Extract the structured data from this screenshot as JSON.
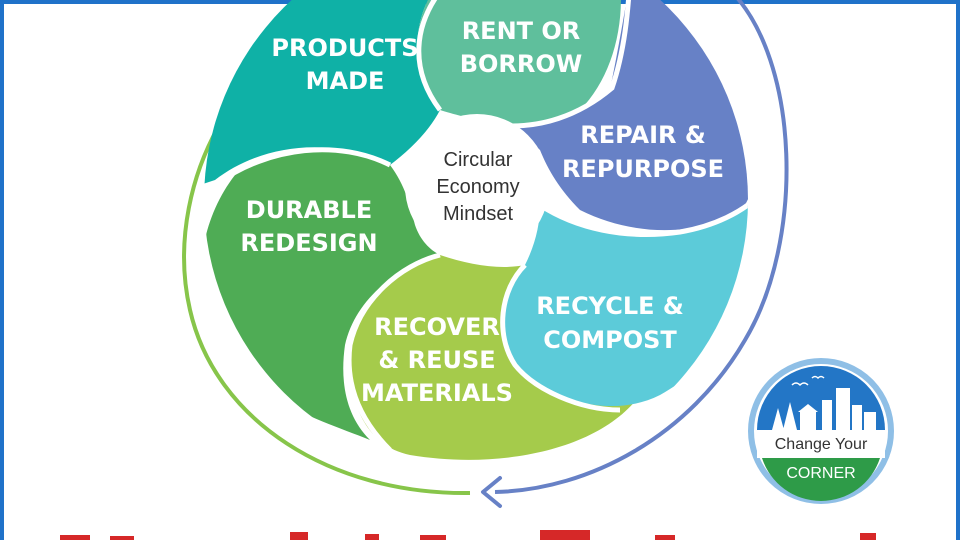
{
  "diagram": {
    "segments": [
      {
        "id": "rent",
        "lines": [
          "RENT OR",
          "BORROW"
        ],
        "color": "#5fbf9c"
      },
      {
        "id": "repair",
        "lines": [
          "REPAIR &",
          "REPURPOSE"
        ],
        "color": "#6781c6"
      },
      {
        "id": "recycle",
        "lines": [
          "RECYCLE &",
          "COMPOST"
        ],
        "color": "#5ccbd9"
      },
      {
        "id": "recover",
        "lines": [
          "RECOVER",
          "& REUSE",
          "MATERIALS"
        ],
        "color": "#a5cb4b"
      },
      {
        "id": "durable",
        "lines": [
          "DURABLE",
          "REDESIGN"
        ],
        "color": "#4fac55"
      },
      {
        "id": "products",
        "lines": [
          "PRODUCTS",
          "MADE"
        ],
        "color": "#0fb1a6"
      }
    ],
    "center": {
      "lines": [
        "Circular",
        "Economy",
        "Mindset"
      ]
    }
  },
  "logo": {
    "line1": "Change Your",
    "line2": "CORNER",
    "colors": {
      "sky": "#2376c6",
      "green": "#2e9b48",
      "ring": "#8fbfe6"
    }
  },
  "colors": {
    "frame": "#1f72c9",
    "ring_left": "#87c54a",
    "ring_right": "#6781c6",
    "banner": "#d62828"
  }
}
